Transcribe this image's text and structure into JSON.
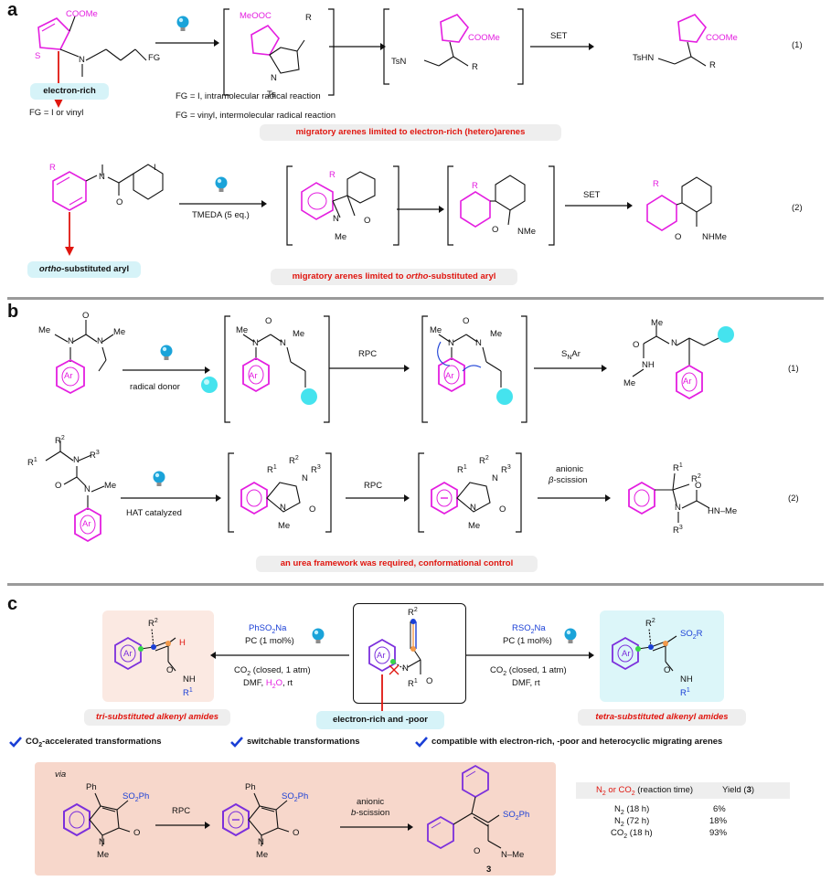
{
  "panels": {
    "a": "a",
    "b": "b",
    "c": "c"
  },
  "a": {
    "r1": {
      "ester_top": "COOMe",
      "n_label": "N",
      "s_label": "S",
      "ts": "Ts",
      "fg": "FG",
      "chip": "electron-rich",
      "fg_note": "FG = I or vinyl",
      "int1_ester": "MeOOC",
      "int1_r": "R",
      "int1_n": "N",
      "int1_ts": "Ts",
      "int2_tsn": "TsN",
      "int2_ester": "COOMe",
      "int2_r": "R",
      "set": "SET",
      "prod_tsnh": "TsHN",
      "prod_ester": "COOMe",
      "prod_r": "R",
      "note1": "FG = I, intramolecular radical reaction",
      "note2": "FG = vinyl, intermolecular radical reaction",
      "banner": "migratory arenes limited to electron-rich (hetero)arenes",
      "eq": "(1)"
    },
    "r2": {
      "r": "R",
      "i": "I",
      "n": "N",
      "o": "O",
      "chip_italic": "ortho",
      "chip_rest": "-substituted aryl",
      "tmeda": "TMEDA (5 eq.)",
      "int1_r": "R",
      "int1_n": "N",
      "int1_me": "Me",
      "int1_o": "O",
      "int2_r": "R",
      "int2_o": "O",
      "int2_nme": "NMe",
      "set": "SET",
      "prod_r": "R",
      "prod_o": "O",
      "prod_nhme": "NHMe",
      "banner_pre": "migratory arenes limited to ",
      "banner_italic": "ortho",
      "banner_post": "-substituted aryl",
      "eq": "(2)"
    }
  },
  "b": {
    "r1": {
      "me": "Me",
      "n": "N",
      "o": "O",
      "ar": "Ar",
      "radical_donor": "radical donor",
      "rpc": "RPC",
      "snar": "SNAr",
      "nh": "NH",
      "eq": "(1)"
    },
    "r2": {
      "r1": "R1",
      "r2": "R2",
      "r3": "R3",
      "hat": "HAT catalyzed",
      "rpc": "RPC",
      "anionic": "anionic",
      "beta": "β-scission",
      "nh": "HN",
      "me": "Me",
      "banner": "an urea framework was required, conformational control",
      "eq": "(2)"
    }
  },
  "c": {
    "left": {
      "reagent": "PhSO2Na",
      "pc": "PC (1 mol%)",
      "co2": "CO2 (closed, 1 atm)",
      "solvent_pre": "DMF, ",
      "solvent_h2o": "H2O",
      "solvent_post": ", rt",
      "label": "tri-substituted alkenyl amides",
      "r2": "R2",
      "h": "H",
      "nh": "NH",
      "r1": "R1",
      "ar": "Ar",
      "o": "O"
    },
    "center": {
      "r2": "R2",
      "ar": "Ar",
      "n": "N",
      "r1": "R1",
      "o": "O",
      "chip": "electron-rich and -poor"
    },
    "right": {
      "reagent": "RSO2Na",
      "pc": "PC (1 mol%)",
      "co2": "CO2 (closed, 1 atm)",
      "solvent": "DMF, rt",
      "label": "tetra-substituted alkenyl amides",
      "r2": "R2",
      "so2r": "SO2R",
      "nh": "NH",
      "r1": "R1",
      "ar": "Ar",
      "o": "O"
    },
    "checks": [
      "CO2-accelerated transformations",
      "switchable transformations",
      "compatible with electron-rich, -poor and heterocyclic migrating arenes"
    ],
    "via": {
      "via": "via",
      "ph1": "Ph",
      "so2ph1": "SO2Ph",
      "rpc": "RPC",
      "ph2": "Ph",
      "so2ph2": "SO2Ph",
      "anionic": "anionic",
      "bscission": "b-scission",
      "so2ph3": "SO2Ph",
      "n": "N",
      "me": "Me",
      "o": "O",
      "compound": "3"
    },
    "table": {
      "header_cond": "N2 or CO2 (reaction time)",
      "header_yield": "Yield (3)",
      "rows": [
        {
          "cond": "N2 (18 h)",
          "yield": "6%"
        },
        {
          "cond": "N2 (72 h)",
          "yield": "18%"
        },
        {
          "cond": "CO2 (18 h)",
          "yield": "93%"
        }
      ]
    }
  },
  "colors": {
    "magenta": "#e41ee0",
    "red": "#e0160f",
    "blue": "#1a3fd6",
    "cyan": "#45e3ee",
    "purple": "#7b2fdc",
    "separator": "#9a9a9a"
  }
}
